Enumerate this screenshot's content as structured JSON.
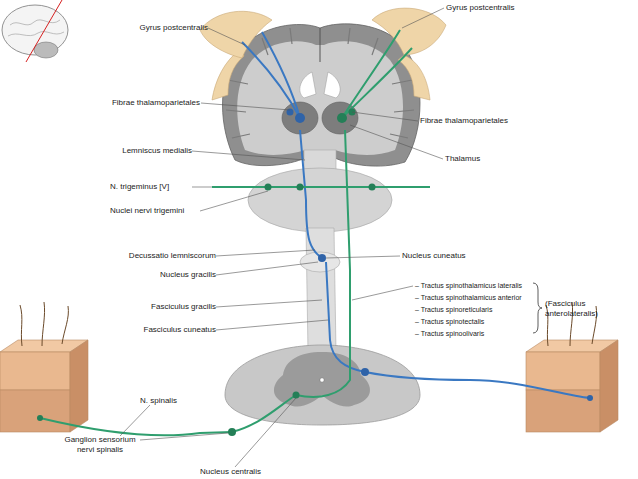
{
  "diagram": {
    "labels": [
      "Gyrus postcentralis",
      "Gyrus postcentralis",
      "Fibrae thalamoparietales",
      "Fibrae thalamoparietales",
      "Lemniscus medialis",
      "Thalamus",
      "N. trigeminus [V]",
      "Nuclei nervi trigemini",
      "Decussatio lemniscorum",
      "Nucleus cuneatus",
      "Nucleus gracilis",
      "– Tractus spinothalamicus lateralis",
      "– Tractus spinothalamicus anterior",
      "– Tractus spinoreticularis",
      "– Tractus spinotectalis",
      "– Tractus spinoolivaris",
      "(Fasciculus anterolateralis)",
      "Fasciculus gracilis",
      "Fasciculus cuneatus",
      "N. spinalis",
      "Ganglion sensorium nervi spinalis",
      "Nucleus centralis"
    ]
  }
}
